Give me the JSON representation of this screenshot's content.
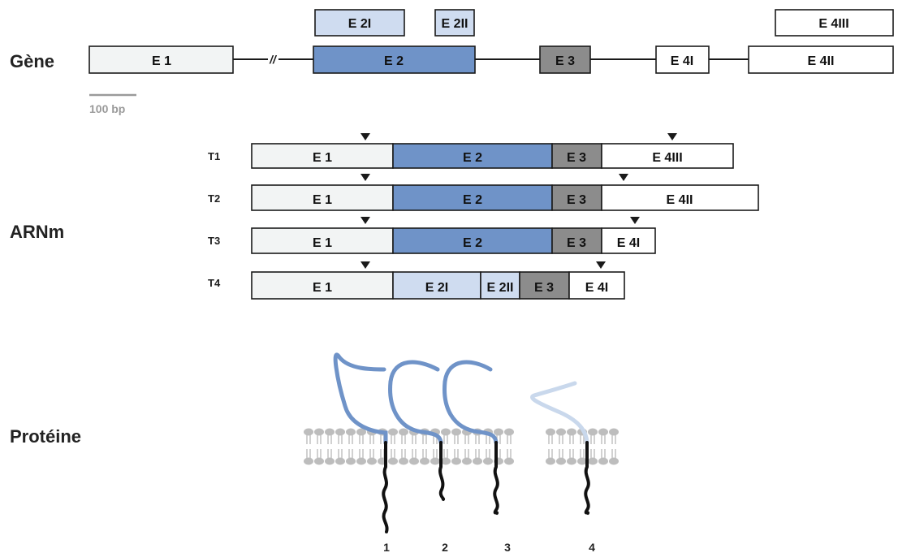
{
  "colors": {
    "white_exon": "#f2f4f4",
    "blue_exon": "#6f93c8",
    "light_blue_exon": "#cfdcf0",
    "grey_exon": "#8c8c8c",
    "plain_white": "#ffffff",
    "stroke": "#1a1a1a",
    "membrane": "#bdbdbd",
    "scale_bar": "#9a9a9a",
    "protein_blue": "#6f93c8",
    "protein_faded": "#c9d8ec",
    "protein_tail": "#111111"
  },
  "row_labels": {
    "gene": "Gène",
    "mrna": "ARNm",
    "protein": "Protéine"
  },
  "scale_bar": {
    "label": "100 bp"
  },
  "gene": {
    "break_mark": "//",
    "exons": [
      {
        "id": "g-e1",
        "label": "E 1",
        "fill": "white_exon"
      },
      {
        "id": "g-e2",
        "label": "E 2",
        "fill": "blue_exon"
      },
      {
        "id": "g-e3",
        "label": "E 3",
        "fill": "grey_exon"
      },
      {
        "id": "g-e4i",
        "label": "E 4I",
        "fill": "plain_white"
      },
      {
        "id": "g-e4ii",
        "label": "E 4II",
        "fill": "plain_white"
      }
    ],
    "alternative_exons": [
      {
        "id": "g-e2i",
        "label": "E 2I",
        "fill": "light_blue_exon"
      },
      {
        "id": "g-e2ii",
        "label": "E 2II",
        "fill": "light_blue_exon"
      },
      {
        "id": "g-e4iii",
        "label": "E 4III",
        "fill": "plain_white"
      }
    ]
  },
  "transcripts": [
    {
      "label": "T1",
      "segments": [
        {
          "label": "E 1",
          "fill": "white_exon"
        },
        {
          "label": "E 2",
          "fill": "blue_exon"
        },
        {
          "label": "E 3",
          "fill": "grey_exon"
        },
        {
          "label": "E 4III",
          "fill": "plain_white"
        }
      ]
    },
    {
      "label": "T2",
      "segments": [
        {
          "label": "E 1",
          "fill": "white_exon"
        },
        {
          "label": "E 2",
          "fill": "blue_exon"
        },
        {
          "label": "E 3",
          "fill": "grey_exon"
        },
        {
          "label": "E 4II",
          "fill": "plain_white"
        }
      ]
    },
    {
      "label": "T3",
      "segments": [
        {
          "label": "E 1",
          "fill": "white_exon"
        },
        {
          "label": "E 2",
          "fill": "blue_exon"
        },
        {
          "label": "E 3",
          "fill": "grey_exon"
        },
        {
          "label": "E 4I",
          "fill": "plain_white"
        }
      ]
    },
    {
      "label": "T4",
      "segments": [
        {
          "label": "E 1",
          "fill": "white_exon"
        },
        {
          "label": "E 2I",
          "fill": "light_blue_exon"
        },
        {
          "label": "E 2II",
          "fill": "light_blue_exon"
        },
        {
          "label": "E 3",
          "fill": "grey_exon"
        },
        {
          "label": "E 4I",
          "fill": "plain_white"
        }
      ]
    }
  ],
  "proteins": [
    {
      "label": "1",
      "extracellular": "full"
    },
    {
      "label": "2",
      "extracellular": "full"
    },
    {
      "label": "3",
      "extracellular": "full"
    },
    {
      "label": "4",
      "extracellular": "truncated"
    }
  ]
}
